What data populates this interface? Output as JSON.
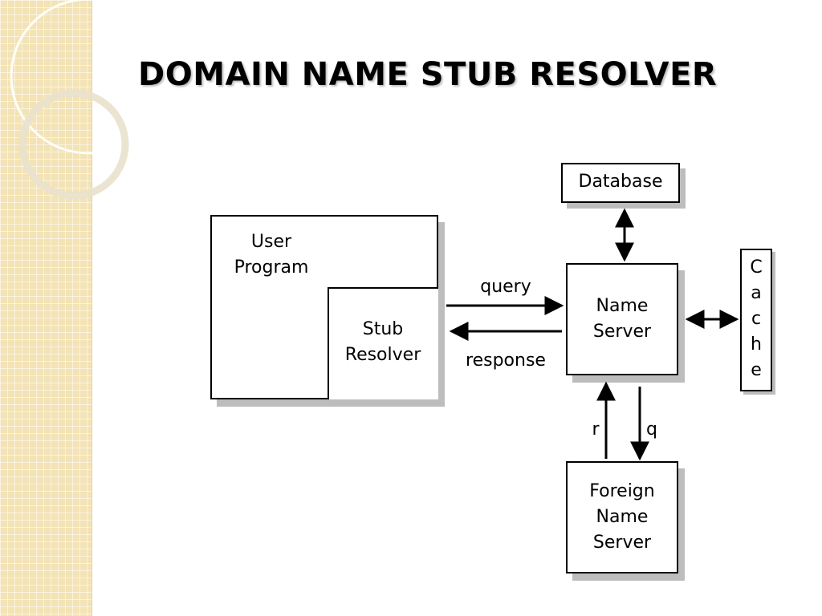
{
  "slide": {
    "title": "DOMAIN NAME STUB RESOLVER"
  },
  "diagram": {
    "user_program": "User\nProgram",
    "stub_resolver": "Stub\nResolver",
    "database": "Database",
    "name_server": "Name\nServer",
    "cache": "C\na\nc\nh\ne",
    "foreign_name_server": "Foreign\nName\nServer",
    "query_label": "query",
    "response_label": "response",
    "r_label": "r",
    "q_label": "q"
  },
  "colors": {
    "side_band": "#f3e3b5",
    "box_shadow": "#bdbdbd",
    "line": "#000000"
  }
}
